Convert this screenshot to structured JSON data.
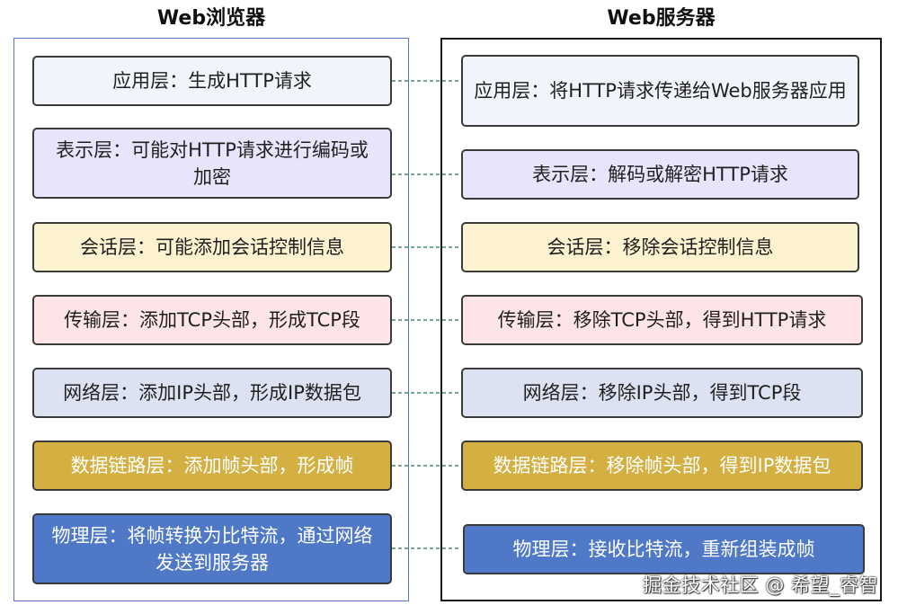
{
  "titles": {
    "browser": "Web浏览器",
    "server": "Web服务器"
  },
  "left_layers": [
    {
      "text": "应用层：生成HTTP请求"
    },
    {
      "text": "表示层：可能对HTTP请求进行编码或加密"
    },
    {
      "text": "会话层：可能添加会话控制信息"
    },
    {
      "text": "传输层：添加TCP头部，形成TCP段"
    },
    {
      "text": "网络层：添加IP头部，形成IP数据包"
    },
    {
      "text": "数据链路层：添加帧头部，形成帧"
    },
    {
      "text": "物理层：将帧转换为比特流，通过网络发送到服务器"
    }
  ],
  "right_layers": [
    {
      "text": "应用层：将HTTP请求传递给Web服务器应用"
    },
    {
      "text": "表示层：解码或解密HTTP请求"
    },
    {
      "text": "会话层：移除会话控制信息"
    },
    {
      "text": "传输层：移除TCP头部，得到HTTP请求"
    },
    {
      "text": "网络层：移除IP头部，得到TCP段"
    },
    {
      "text": "数据链路层：移除帧头部，得到IP数据包"
    },
    {
      "text": "物理层：接收比特流，重新组装成帧"
    }
  ],
  "colors": {
    "application": "#f1f4fb",
    "presentation": "#e9e3fb",
    "session": "#fdf2cf",
    "transport": "#fde5e7",
    "network": "#dde2f3",
    "datalink": "#d4b043",
    "physical": "#4f79c6",
    "connector": "#4f8a6a"
  },
  "watermark": "掘金技术社区 @ 希望_睿智"
}
